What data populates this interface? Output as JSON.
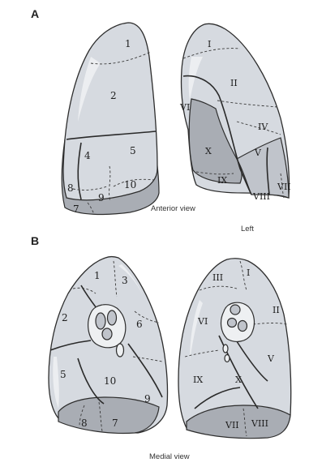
{
  "panels": {
    "a": {
      "letter": "A",
      "right_segments": [
        "1",
        "2",
        "4",
        "5",
        "8",
        "9",
        "10",
        "7"
      ],
      "left_segments": [
        "I",
        "II",
        "VI",
        "IV",
        "X",
        "V",
        "IX",
        "VIII",
        "VII"
      ],
      "caption": "Anterior view",
      "left_label": "Left"
    },
    "b": {
      "letter": "B",
      "right_segments": [
        "1",
        "3",
        "2",
        "6",
        "5",
        "10",
        "9",
        "8",
        "7"
      ],
      "left_segments": [
        "I",
        "III",
        "VI",
        "II",
        "V",
        "IX",
        "X",
        "VII",
        "VIII"
      ],
      "caption": "Medial view"
    }
  },
  "colors": {
    "lung_fill": "#d6dae0",
    "lower_shade": "#a9adb4",
    "outline": "#2d2d2d"
  }
}
